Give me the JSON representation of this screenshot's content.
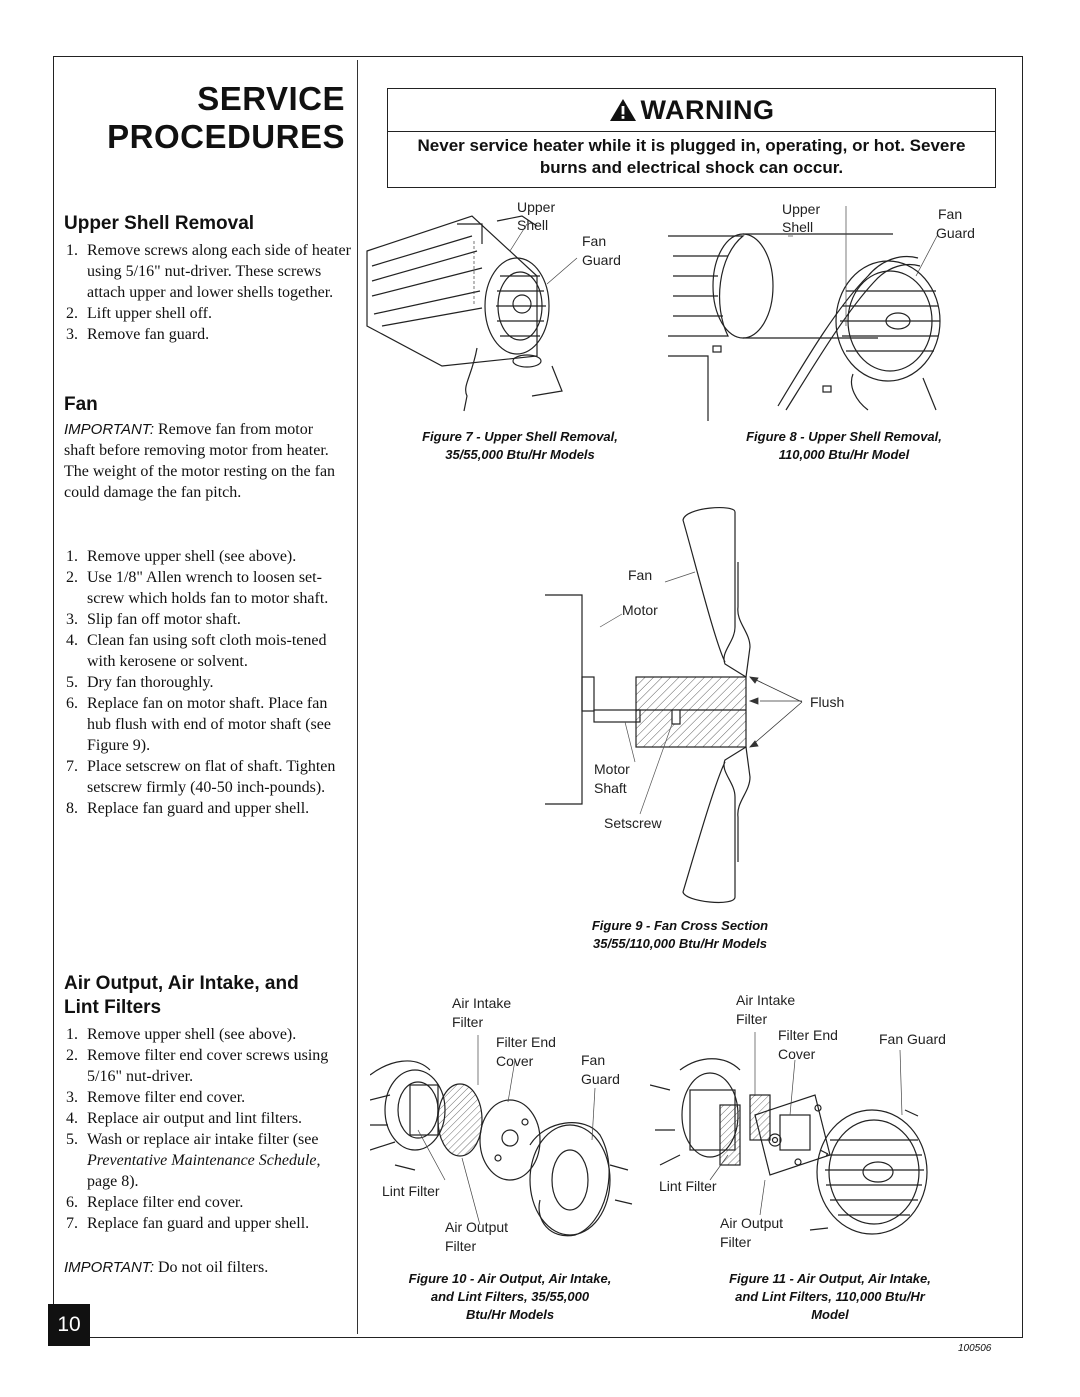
{
  "title": {
    "line1": "SERVICE",
    "line2": "PROCEDURES"
  },
  "warning": {
    "heading": "WARNING",
    "text": "Never service heater while it is plugged in, operating, or hot. Severe burns and electrical shock can occur."
  },
  "upper_shell": {
    "heading": "Upper Shell Removal",
    "steps": [
      {
        "num": "1.",
        "text": "Remove screws along each side of heater using 5/16\" nut-driver. These screws attach upper and lower shells together."
      },
      {
        "num": "2.",
        "text": "Lift upper shell off."
      },
      {
        "num": "3.",
        "text": "Remove fan guard."
      }
    ]
  },
  "fan": {
    "heading": "Fan",
    "important_label": "IMPORTANT:",
    "important_text": " Remove fan from motor shaft before removing motor from heater. The weight of the motor resting on the fan could damage the fan pitch.",
    "steps": [
      {
        "num": "1.",
        "text": "Remove upper shell (see above)."
      },
      {
        "num": "2.",
        "text": "Use 1/8\" Allen wrench to loosen set-screw which holds fan to motor shaft."
      },
      {
        "num": "3.",
        "text": "Slip fan off motor shaft."
      },
      {
        "num": "4.",
        "text": "Clean fan using soft cloth mois-tened with kerosene or solvent."
      },
      {
        "num": "5.",
        "text": "Dry fan thoroughly."
      },
      {
        "num": "6.",
        "text": "Replace fan on motor shaft. Place fan hub flush with end of motor shaft (see Figure 9)."
      },
      {
        "num": "7.",
        "text": "Place setscrew on flat of shaft. Tighten setscrew firmly (40-50 inch-pounds)."
      },
      {
        "num": "8.",
        "text": "Replace fan guard and upper shell."
      }
    ]
  },
  "filters": {
    "heading_line1": "Air Output, Air Intake, and",
    "heading_line2": "Lint Filters",
    "steps": [
      {
        "num": "1.",
        "text": "Remove upper shell (see above)."
      },
      {
        "num": "2.",
        "text": "Remove filter end cover screws using 5/16\" nut-driver."
      },
      {
        "num": "3.",
        "text": "Remove filter end cover."
      },
      {
        "num": "4.",
        "text": "Replace air output and lint filters."
      },
      {
        "num": "6.",
        "text": "Replace filter end cover."
      },
      {
        "num": "7.",
        "text": "Replace fan guard and upper shell."
      }
    ],
    "step5": {
      "num": "5.",
      "pre": "Wash or replace air intake filter (see ",
      "ref": "Preventative Maintenance Schedule",
      "post": ", page 8)."
    },
    "important_label": "IMPORTANT:",
    "important_text": " Do not oil filters."
  },
  "figures": {
    "fig7": {
      "caption_line1": "Figure 7 - Upper Shell Removal,",
      "caption_line2": "35/55,000 Btu/Hr Models",
      "labels": {
        "upper": "Upper",
        "shell": "Shell",
        "fan": "Fan",
        "guard": "Guard"
      }
    },
    "fig8": {
      "caption_line1": "Figure 8 - Upper Shell Removal,",
      "caption_line2": "110,000 Btu/Hr Model",
      "labels": {
        "upper": "Upper",
        "shell": "Shell",
        "fan": "Fan",
        "guard": "Guard"
      }
    },
    "fig9": {
      "caption_line1": "Figure 9 - Fan Cross Section",
      "caption_line2": "35/55/110,000 Btu/Hr Models",
      "labels": {
        "fan": "Fan",
        "motor": "Motor",
        "flush": "Flush",
        "motor_shaft_1": "Motor",
        "motor_shaft_2": "Shaft",
        "setscrew": "Setscrew"
      }
    },
    "fig10": {
      "caption_line1": "Figure 10 - Air Output, Air Intake,",
      "caption_line2": "and Lint Filters, 35/55,000",
      "caption_line3": "Btu/Hr Models",
      "labels": {
        "air_intake": "Air Intake",
        "filter_a": "Filter",
        "filter_end": "Filter End",
        "cover": "Cover",
        "fan": "Fan",
        "guard": "Guard",
        "lint_filter": "Lint Filter",
        "air_output": "Air Output",
        "filter_b": "Filter"
      }
    },
    "fig11": {
      "caption_line1": "Figure 11 - Air Output, Air Intake,",
      "caption_line2": "and Lint Filters, 110,000 Btu/Hr",
      "caption_line3": "Model",
      "labels": {
        "air_intake": "Air Intake",
        "filter_a": "Filter",
        "filter_end": "Filter End",
        "cover": "Cover",
        "fan_guard": "Fan Guard",
        "lint_filter": "Lint Filter",
        "air_output": "Air Output",
        "filter_b": "Filter"
      }
    }
  },
  "page_number": "10",
  "doc_number": "100506"
}
